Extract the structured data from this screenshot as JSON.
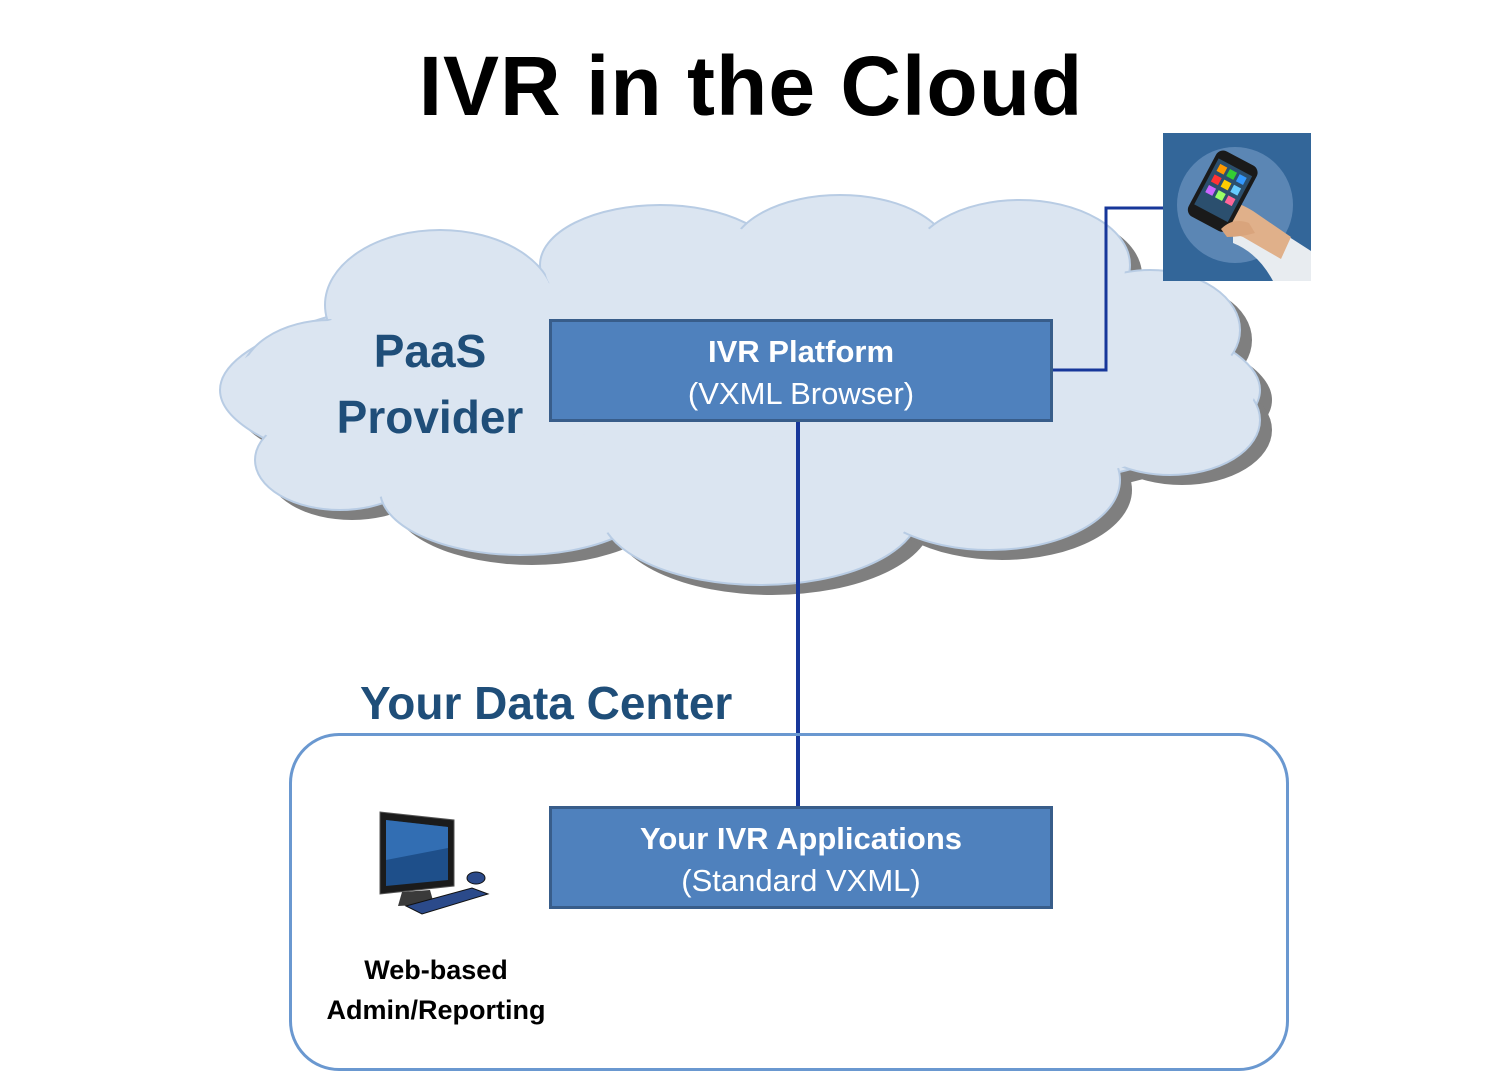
{
  "title": "IVR in the Cloud",
  "cloud": {
    "label_line1": "PaaS",
    "label_line2": "Provider"
  },
  "platform_box": {
    "line1": "IVR Platform",
    "line2": "(VXML Browser)"
  },
  "data_center": {
    "label": "Your Data Center"
  },
  "apps_box": {
    "line1": "Your IVR Applications",
    "line2": "(Standard VXML)"
  },
  "admin": {
    "line1": "Web-based",
    "line2": "Admin/Reporting"
  },
  "colors": {
    "cloud_fill": "#dbe5f1",
    "cloud_stroke": "#b8cce4",
    "box_fill": "#4f81bd",
    "box_border": "#385d8a",
    "connector": "#17379a",
    "label_blue": "#1f4e79",
    "frame_stroke": "#6a98d0"
  },
  "icons": {
    "phone": "smartphone-in-hand-icon",
    "computer": "desktop-computer-icon"
  }
}
